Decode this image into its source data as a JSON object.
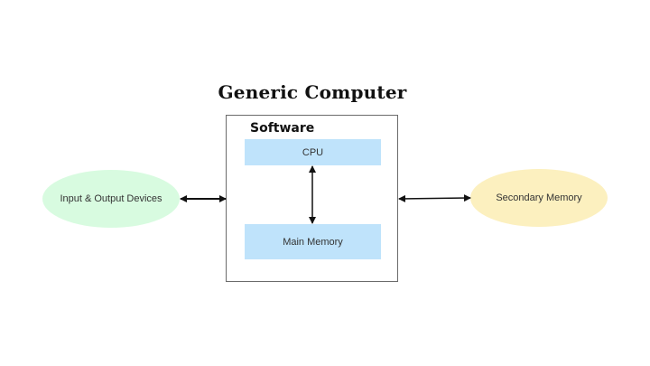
{
  "diagram": {
    "title": "Generic Computer",
    "software_label": "Software",
    "cpu_label": "CPU",
    "main_memory_label": "Main Memory",
    "io_label": "Input & Output Devices",
    "secondary_label": "Secondary Memory"
  },
  "colors": {
    "memory_box_fill": "#bfe3fb",
    "io_fill": "#d8fbe0",
    "secondary_fill": "#fcf0bf",
    "arrow": "#111111",
    "box_border": "#6b6b6b"
  },
  "connections": [
    {
      "from": "io-ellipse",
      "to": "computer-box",
      "direction": "both"
    },
    {
      "from": "computer-box",
      "to": "secondary-ellipse",
      "direction": "both"
    },
    {
      "from": "cpu-box",
      "to": "main-memory-box",
      "direction": "both"
    }
  ]
}
